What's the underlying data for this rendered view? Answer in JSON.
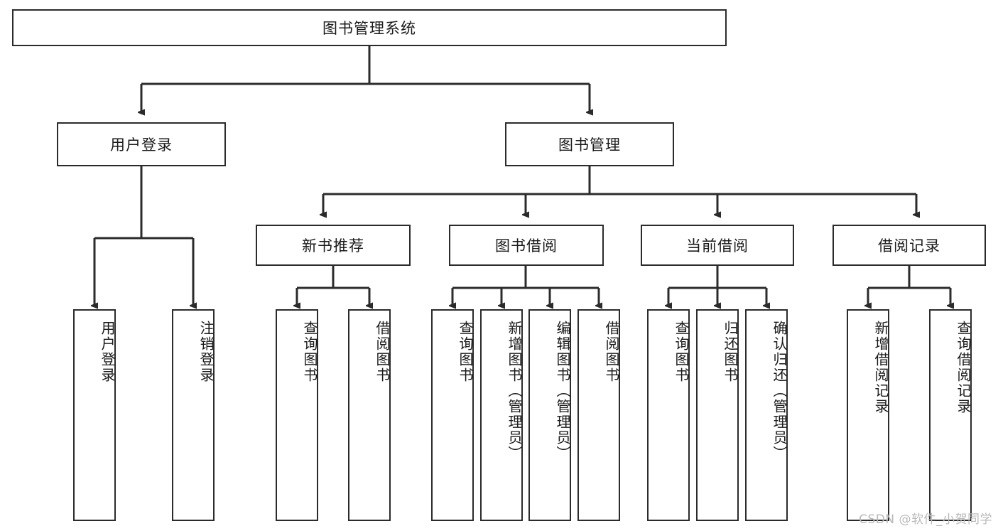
{
  "diagram": {
    "title": "图书管理系统",
    "type": "tree-hierarchy-diagram",
    "root": {
      "label": "图书管理系统"
    },
    "level1": [
      {
        "label": "用户登录"
      },
      {
        "label": "图书管理"
      }
    ],
    "level2": [
      {
        "label": "新书推荐"
      },
      {
        "label": "图书借阅"
      },
      {
        "label": "当前借阅"
      },
      {
        "label": "借阅记录"
      }
    ],
    "leaves_user_login": [
      {
        "label": "用户登录"
      },
      {
        "label": "注销登录"
      }
    ],
    "leaves_new_book": [
      {
        "label": "查询图书"
      },
      {
        "label": "借阅图书"
      }
    ],
    "leaves_book_borrow": [
      {
        "label": "查询图书"
      },
      {
        "label": "新增图书（管理员）"
      },
      {
        "label": "编辑图书（管理员）"
      },
      {
        "label": "借阅图书"
      }
    ],
    "leaves_current_borrow": [
      {
        "label": "查询图书"
      },
      {
        "label": "归还图书"
      },
      {
        "label": "确认归还（管理员）"
      }
    ],
    "leaves_borrow_record": [
      {
        "label": "新增借阅记录"
      },
      {
        "label": "查询借阅记录"
      }
    ]
  },
  "watermark": {
    "text": "CSDN @软件_小贺同学"
  },
  "colors": {
    "stroke": "#2b2b2b",
    "fill": "#ffffff",
    "text": "#1a1a1a",
    "watermark": "#b9b9b9"
  }
}
